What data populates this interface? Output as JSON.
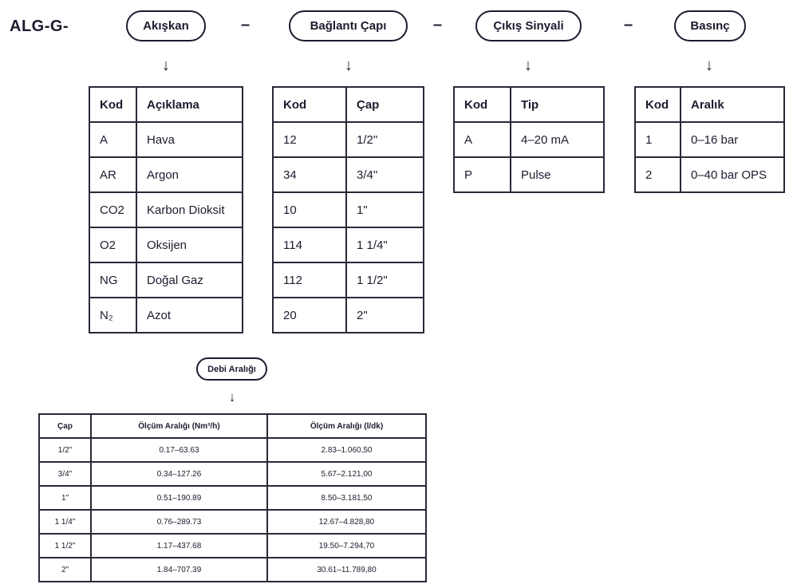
{
  "prefix": "ALG-G-",
  "separator": "–",
  "arrow": "↓",
  "segments": [
    "Akışkan",
    "Bağlantı Çapı",
    "Çıkış Sinyali",
    "Basınç"
  ],
  "tables": [
    {
      "headers": [
        "Kod",
        "Açıklama"
      ],
      "rows": [
        [
          "A",
          "Hava"
        ],
        [
          "AR",
          "Argon"
        ],
        [
          "CO2",
          "Karbon Dioksit"
        ],
        [
          "O2",
          "Oksijen"
        ],
        [
          "NG",
          "Doğal Gaz"
        ],
        [
          "N₂",
          "Azot"
        ]
      ]
    },
    {
      "headers": [
        "Kod",
        "Çap"
      ],
      "rows": [
        [
          "12",
          "1/2\""
        ],
        [
          "34",
          "3/4\""
        ],
        [
          "10",
          "1\""
        ],
        [
          "114",
          "1 1/4\""
        ],
        [
          "112",
          "1 1/2\""
        ],
        [
          "20",
          "2\""
        ]
      ]
    },
    {
      "headers": [
        "Kod",
        "Tip"
      ],
      "rows": [
        [
          "A",
          "4–20 mA"
        ],
        [
          "P",
          "Pulse"
        ]
      ]
    },
    {
      "headers": [
        "Kod",
        "Aralık"
      ],
      "rows": [
        [
          "1",
          "0–16 bar"
        ],
        [
          "2",
          "0–40 bar OPS"
        ]
      ]
    }
  ],
  "flow": {
    "title": "Debi Aralığı",
    "headers": [
      "Çap",
      "Ölçüm Aralığı (Nm³/h)",
      "Ölçüm Aralığı (l/dk)"
    ],
    "rows": [
      [
        "1/2\"",
        "0.17–63.63",
        "2.83–1.060,50"
      ],
      [
        "3/4\"",
        "0.34–127.26",
        "5.67–2.121,00"
      ],
      [
        "1\"",
        "0.51–190.89",
        "8.50–3.181,50"
      ],
      [
        "1 1/4\"",
        "0.76–289.73",
        "12.67–4.828,80"
      ],
      [
        "1 1/2\"",
        "1.17–437.68",
        "19.50–7.294,70"
      ],
      [
        "2\"",
        "1.84–707.39",
        "30.61–11.789,80"
      ]
    ]
  }
}
